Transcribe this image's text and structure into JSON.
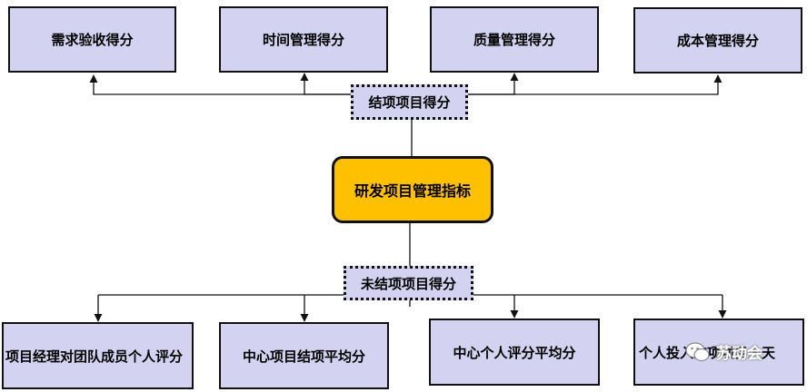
{
  "diagram": {
    "root": "研发项目管理指标",
    "top_hub": "结项项目得分",
    "bottom_hub": "未结项项目得分",
    "top_items": [
      "需求验收得分",
      "时间管理得分",
      "质量管理得分",
      "成本管理得分"
    ],
    "bottom_items": [
      "项目经理对团队成员个人评分",
      "中心项目结项平均分",
      "中心个人评分平均分",
      "个人投入结项项目人天"
    ]
  },
  "watermark": {
    "text": "苏动会"
  },
  "colors": {
    "leaf_fill": "#d3d3f1",
    "root_fill": "#ffc000",
    "line": "#111111"
  }
}
